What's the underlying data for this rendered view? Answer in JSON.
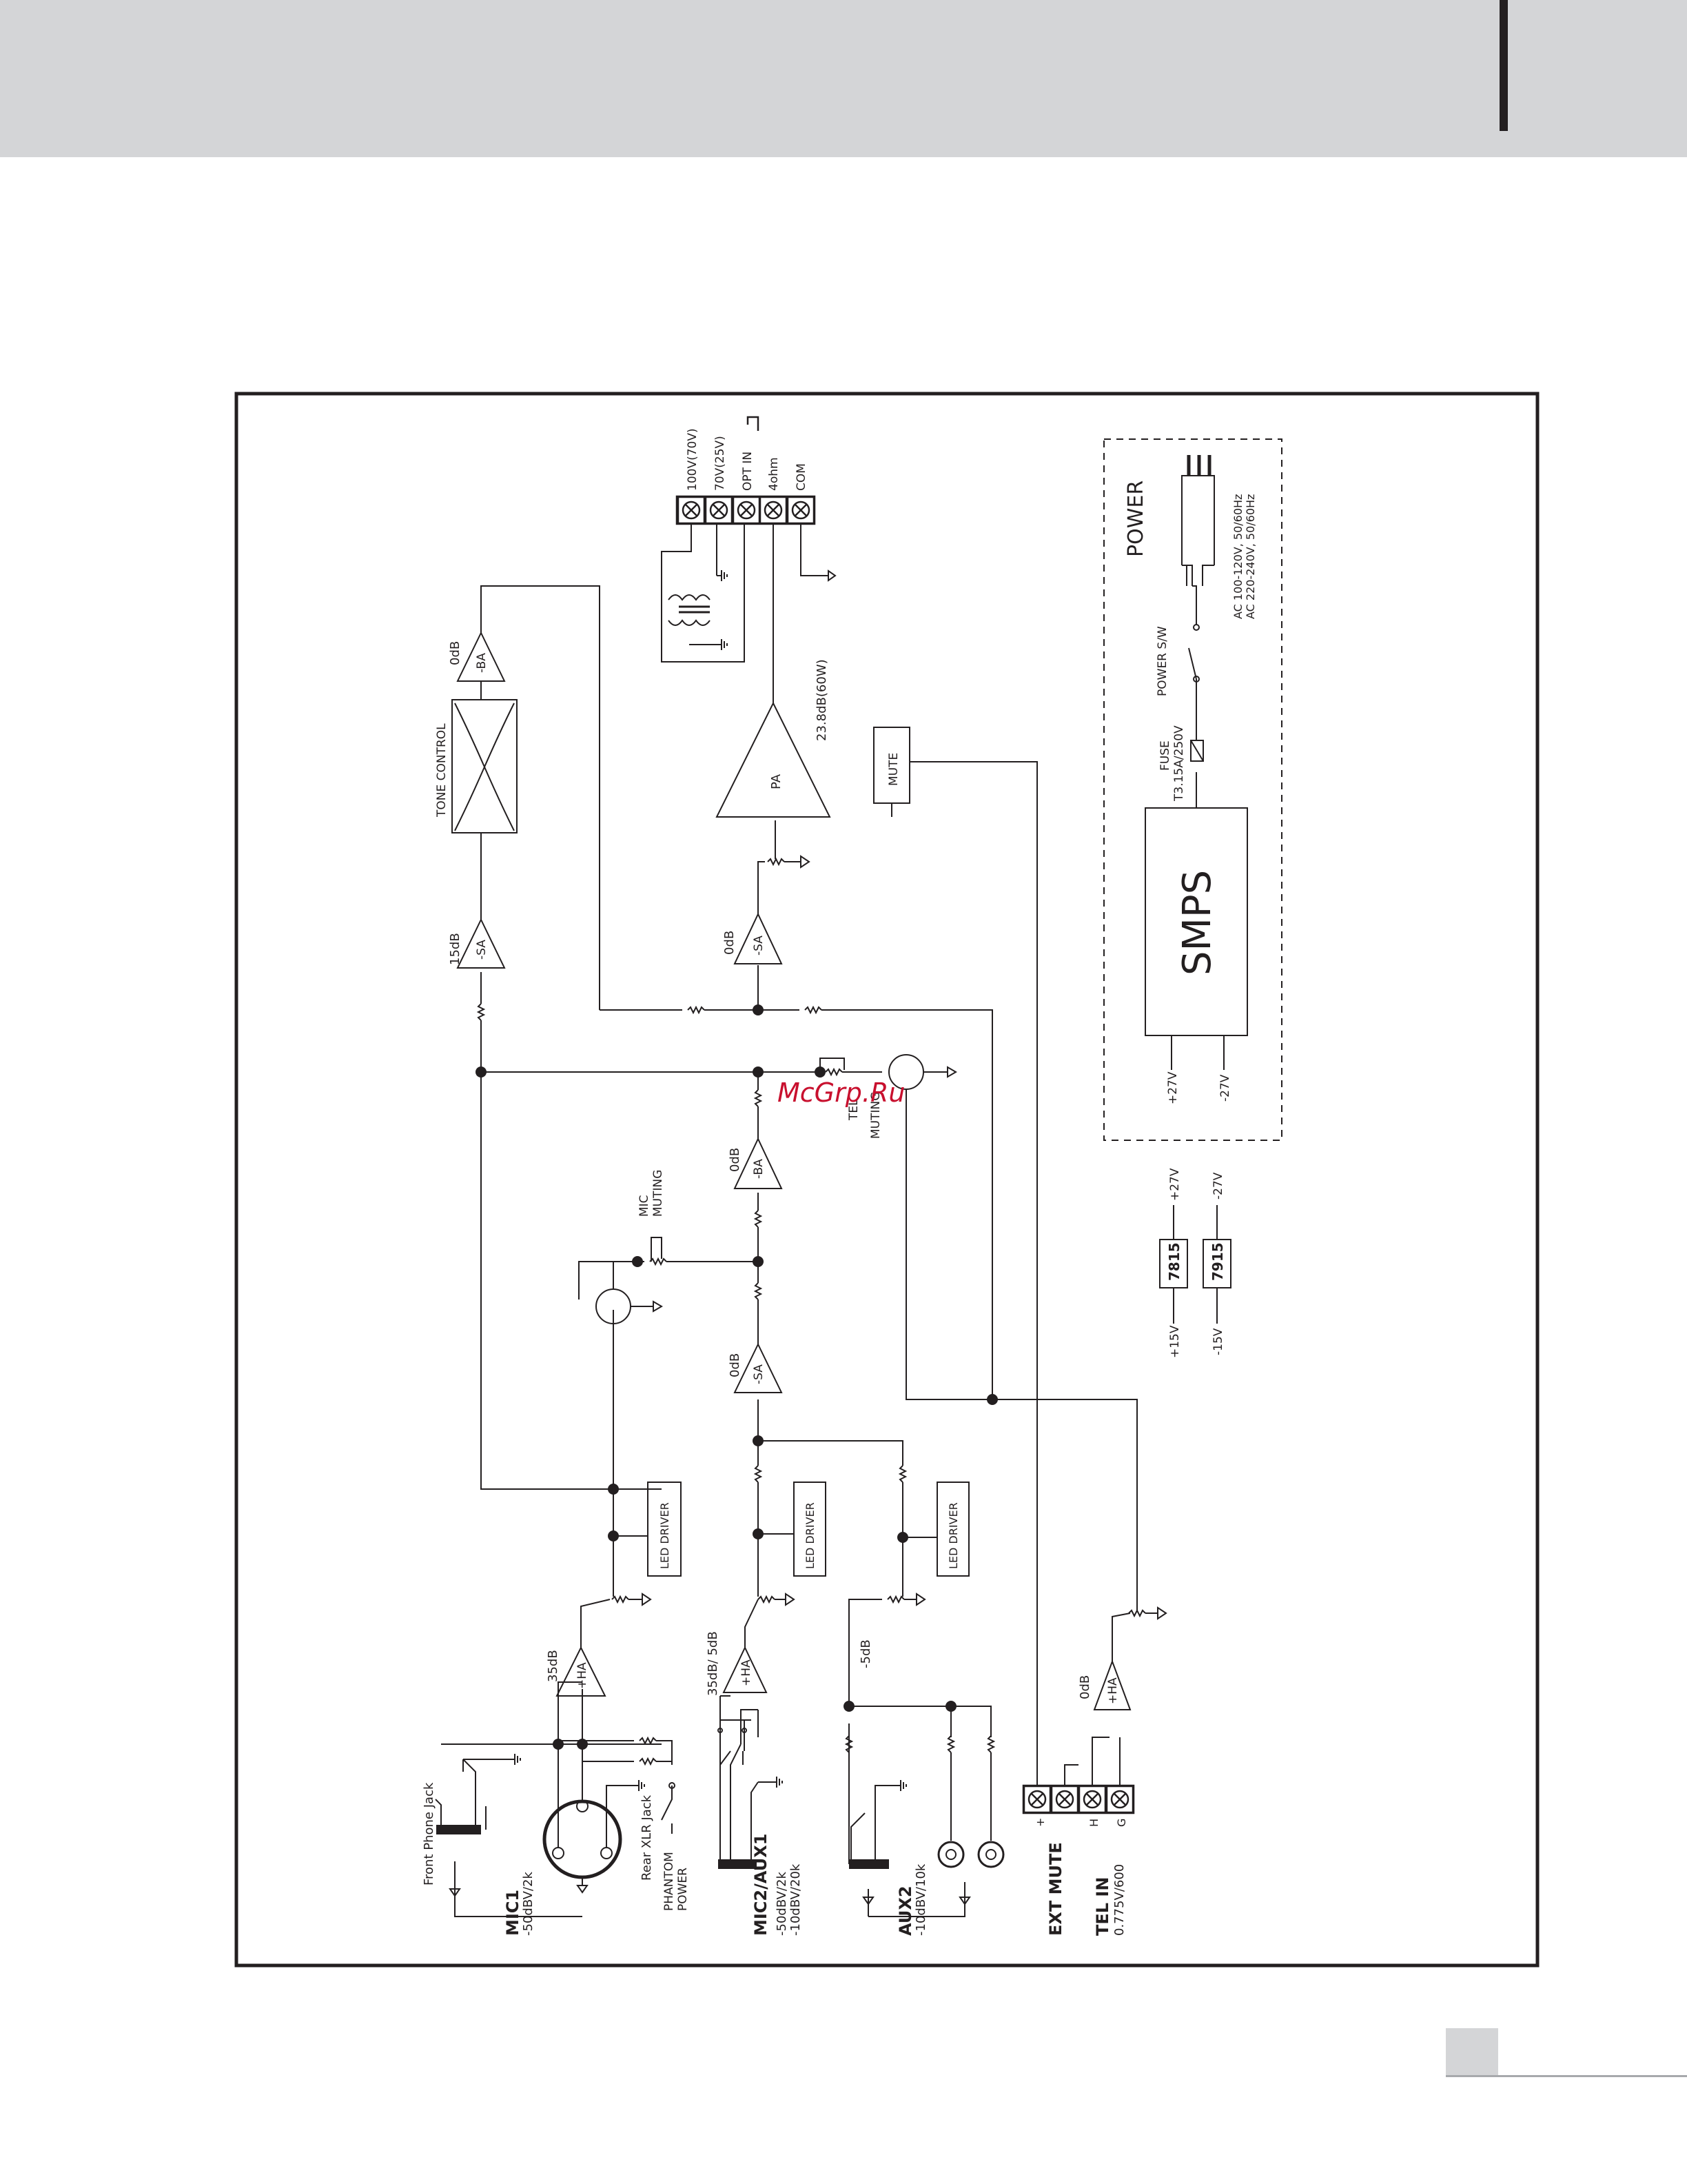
{
  "watermark": "McGrp.Ru",
  "labels": {
    "front_phone_jack": "Front Phone Jack",
    "mic1": "MIC1",
    "mic1_spec": "-50dBV/2k",
    "rear_xlr_jack": "Rear XLR Jack",
    "phantom_power_1": "PHANTOM",
    "phantom_power_2": "POWER",
    "mic2_aux1": "MIC2/AUX1",
    "mic2_spec_1": "-50dBV/2k",
    "mic2_spec_2": "-10dBV/20k",
    "aux2": "AUX2",
    "aux2_spec": "-10dBV/10k",
    "ext_mute": "EXT MUTE",
    "tel_in": "TEL IN",
    "tel_in_spec": "0.775V/600",
    "plus": "+",
    "h": "H",
    "g": "G",
    "gain_35db": "35dB",
    "gain_35_5db": "35dB/ 5dB",
    "gain_minus5db": "-5dB",
    "gain_0db_tel": "0dB",
    "gain_0db_sa1": "0dB",
    "gain_0db_ba1": "0dB",
    "gain_15db": "15dB",
    "gain_0db_sa2": "0dB",
    "gain_0db_ba2": "0dB",
    "gain_pa": "23.8dB(60W)",
    "ha": "+HA",
    "sa": "-SA",
    "ba": "-BA",
    "pa": "PA",
    "led_driver": "LED DRIVER",
    "mic_muting_1": "MIC",
    "mic_muting_2": "MUTING",
    "tel_muting_1": "TEL",
    "tel_muting_2": "MUTING",
    "tone_control": "TONE CONTROL",
    "mute": "MUTE",
    "out_100v": "100V(70V)",
    "out_70v": "70V(25V)",
    "out_opt_in": "OPT IN",
    "out_4ohm": "4ohm",
    "out_com": "COM",
    "reg_7815": "7815",
    "reg_7915": "7915",
    "v_plus15": "+15V",
    "v_minus15": "-15V",
    "v_plus27_a": "+27V",
    "v_minus27_a": "-27V",
    "v_plus27_b": "+27V",
    "v_minus27_b": "-27V",
    "smps": "SMPS",
    "fuse": "FUSE",
    "fuse_rating": "T3.15A/250V",
    "power_sw": "POWER S/W",
    "power": "POWER",
    "ac_1": "AC 100-120V, 50/60Hz",
    "ac_2": "AC 220-240V, 50/60Hz"
  }
}
